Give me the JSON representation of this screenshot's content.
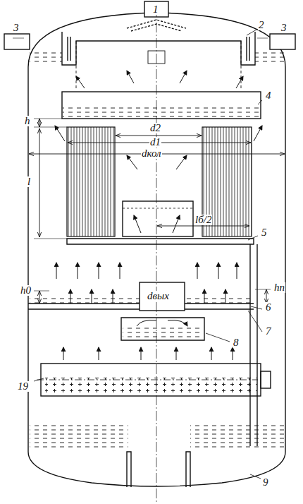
{
  "diagram": {
    "labels": [
      "1",
      "3",
      "2",
      "3",
      "4",
      "h",
      "d2",
      "d1",
      "l",
      "dкол",
      "5",
      "lб/2",
      "hп",
      "h0",
      "dвых",
      "6",
      "7",
      "8",
      "19",
      "9"
    ]
  }
}
